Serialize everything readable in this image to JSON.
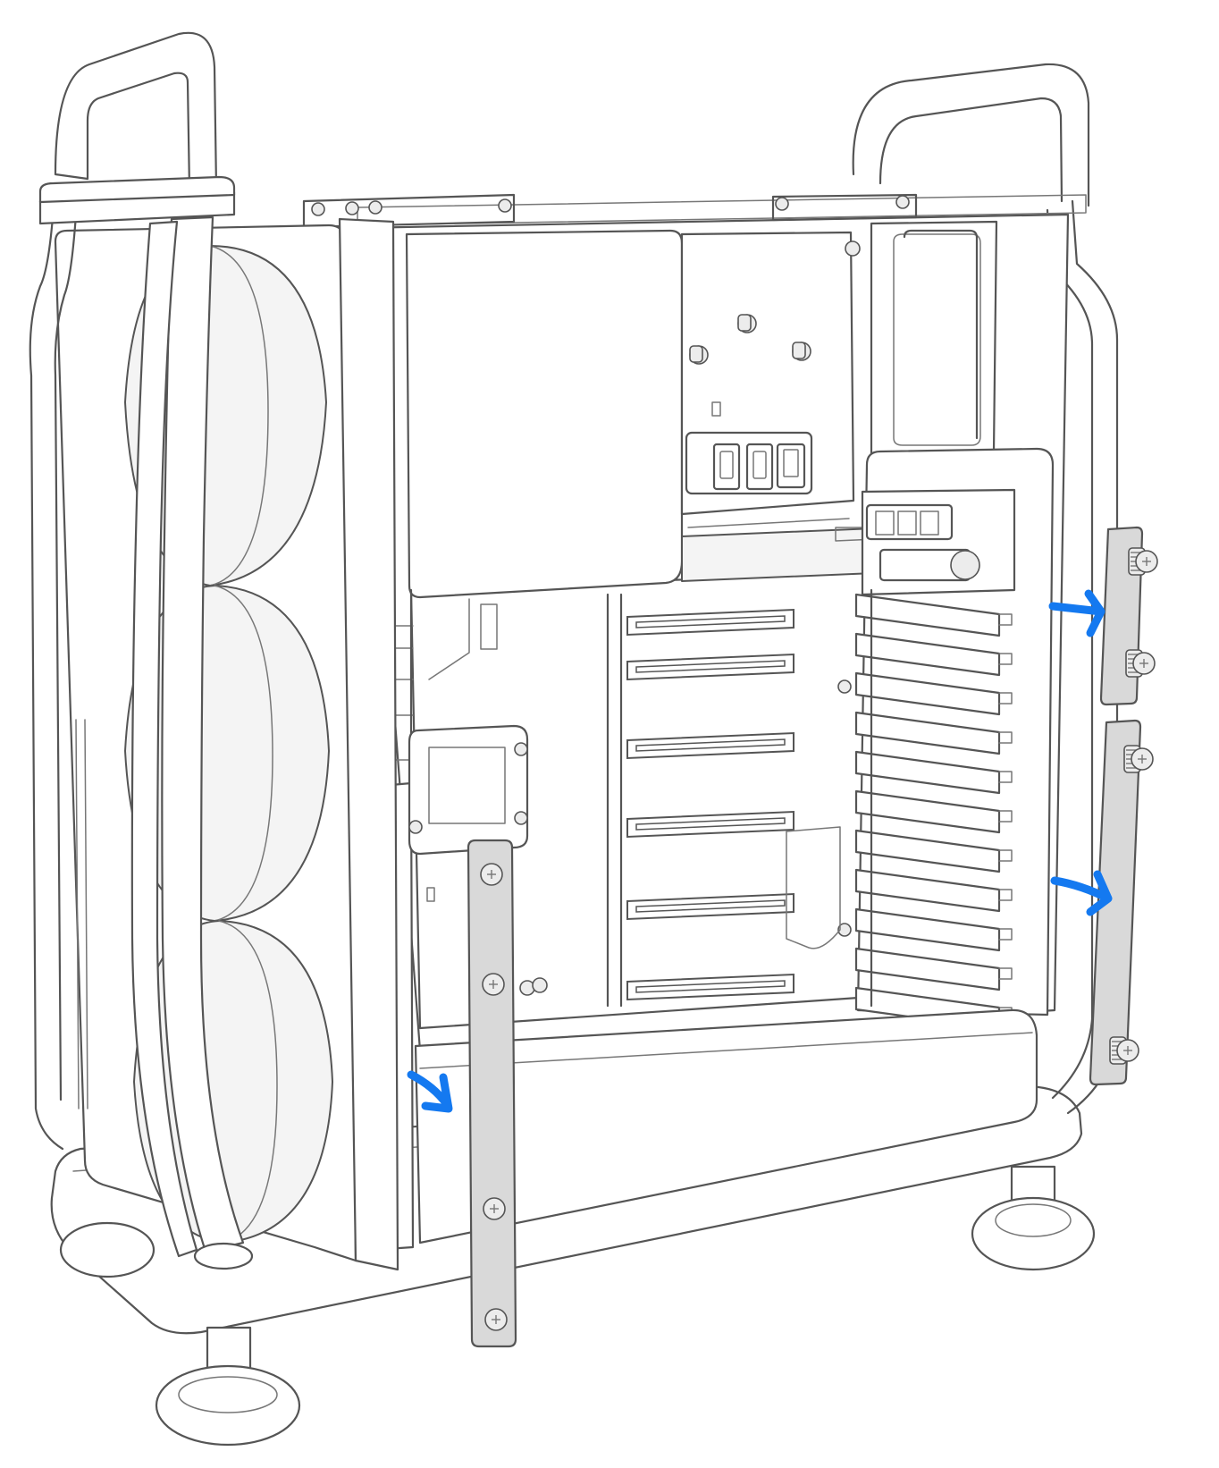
{
  "colors": {
    "arrow": "#1479f0",
    "line": "#555555",
    "bracket_fill": "#d9d9d9",
    "background": "#ffffff"
  },
  "illustration": {
    "arrows": [
      {
        "name": "arrow-upper-right"
      },
      {
        "name": "arrow-lower-right"
      },
      {
        "name": "arrow-bottom-center"
      }
    ],
    "brackets": [
      {
        "name": "bracket-short-right",
        "screws": 2
      },
      {
        "name": "bracket-long-right",
        "screws": 2
      },
      {
        "name": "bracket-vertical-center",
        "screws": 4
      }
    ],
    "pcie_slots": 6,
    "fans": 3
  }
}
